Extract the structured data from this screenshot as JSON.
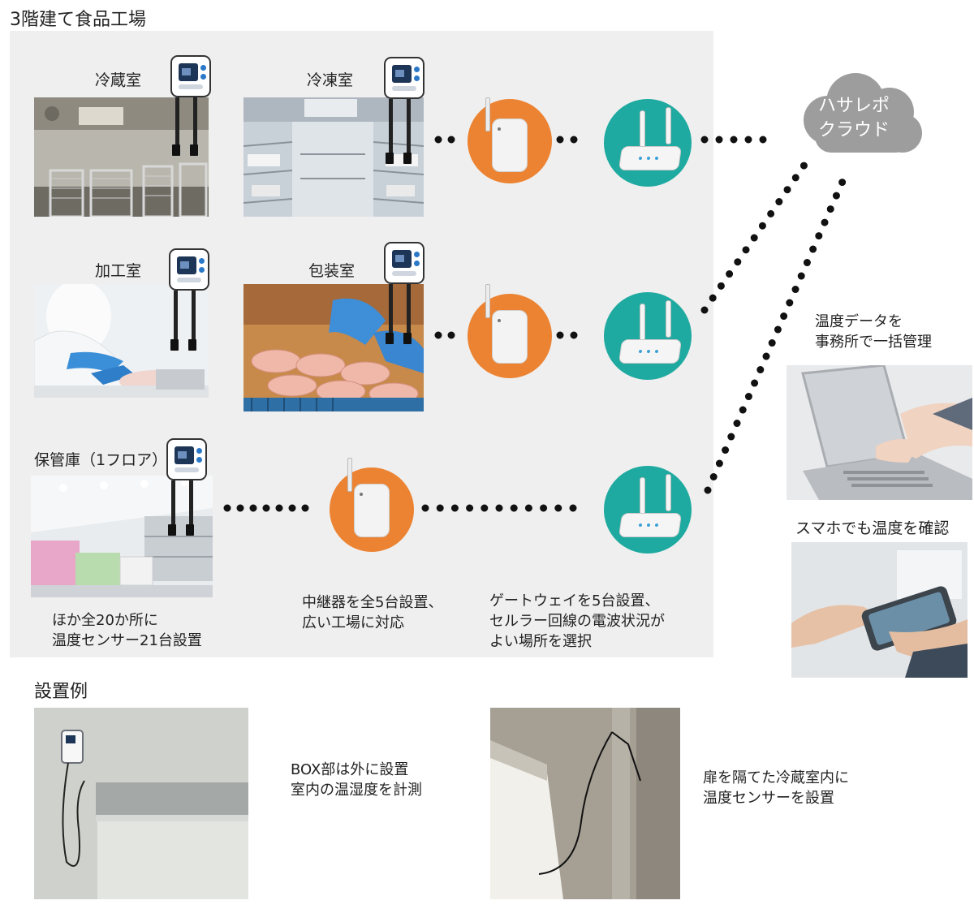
{
  "title": "3階建て食品工場",
  "rooms": {
    "cold_storage": "冷蔵室",
    "freezer": "冷凍室",
    "processing": "加工室",
    "packaging": "包装室",
    "warehouse": "保管庫（1フロア）"
  },
  "cloud_label": "ハサレポ\nクラウド",
  "notes": {
    "sensors": "ほか全20か所に\n温度センサー21台設置",
    "repeaters": "中継器を全5台設置、\n広い工場に対応",
    "gateways": "ゲートウェイを5台設置、\nセルラー回線の電波状況が\nよい場所を選択",
    "office": "温度データを\n事務所で一括管理",
    "smartphone": "スマホでも温度を確認"
  },
  "examples": {
    "heading": "設置例",
    "caption1": "BOX部は外に設置\n室内の温湿度を計測",
    "caption2": "扉を隔てた冷蔵室内に\n温度センサーを設置"
  },
  "colors": {
    "repeater_circle": "#ec8332",
    "gateway_circle": "#1eaaa0",
    "cloud": "#9d9d9d",
    "factory_bg": "#efefef"
  }
}
